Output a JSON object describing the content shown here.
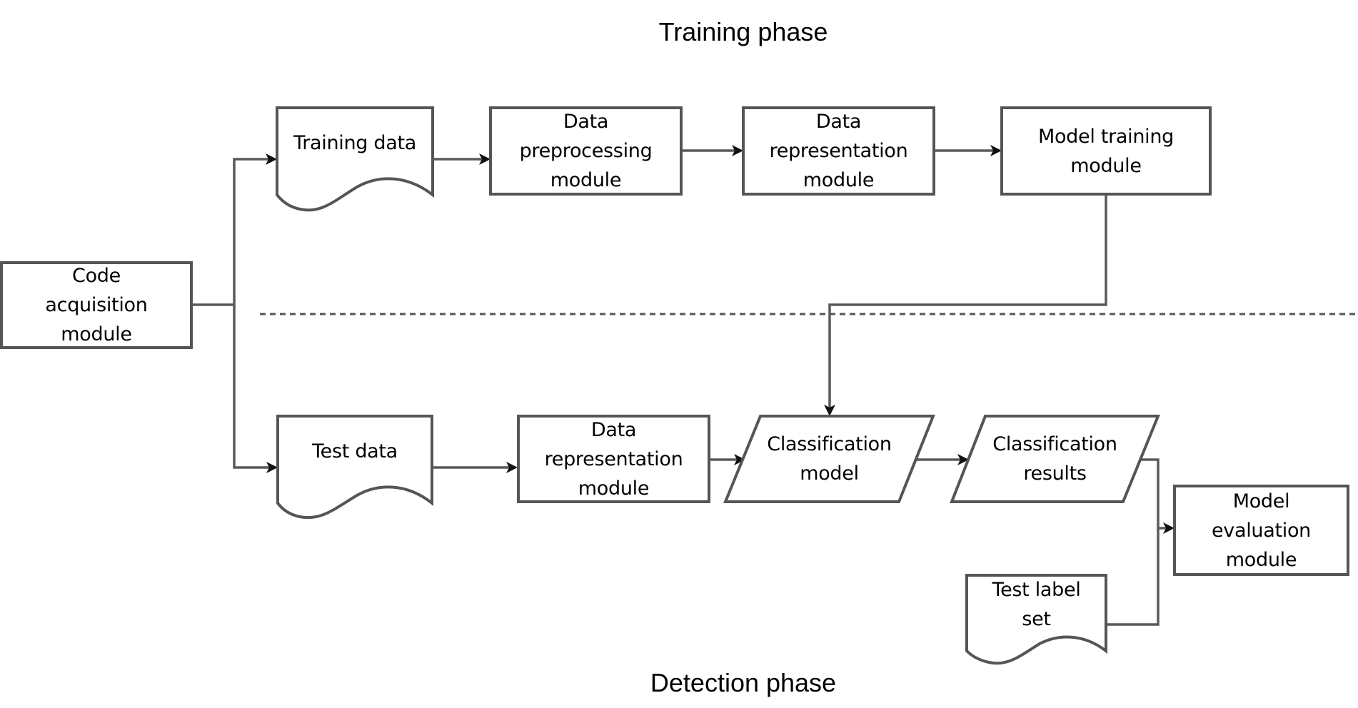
{
  "titles": {
    "training_phase": "Training phase",
    "detection_phase": "Detection phase"
  },
  "nodes": {
    "code_acquisition": {
      "label": "Code\nacquisition\nmodule",
      "shape": "process"
    },
    "training_data": {
      "label": "Training data",
      "shape": "document"
    },
    "data_preprocessing": {
      "label": "Data\npreprocessing\nmodule",
      "shape": "process"
    },
    "data_representation_train": {
      "label": "Data\nrepresentation\nmodule",
      "shape": "process"
    },
    "model_training": {
      "label": "Model training\nmodule",
      "shape": "process"
    },
    "test_data": {
      "label": "Test data",
      "shape": "document"
    },
    "data_representation_test": {
      "label": "Data\nrepresentation\nmodule",
      "shape": "process"
    },
    "classification_model": {
      "label": "Classification\nmodel",
      "shape": "data"
    },
    "classification_results": {
      "label": "Classification\nresults",
      "shape": "data"
    },
    "model_evaluation": {
      "label": "Model\nevaluation\nmodule",
      "shape": "process"
    },
    "test_label_set": {
      "label": "Test label\nset",
      "shape": "document"
    }
  },
  "edges": [
    {
      "from": "code_acquisition",
      "to": "training_data"
    },
    {
      "from": "code_acquisition",
      "to": "test_data"
    },
    {
      "from": "training_data",
      "to": "data_preprocessing"
    },
    {
      "from": "data_preprocessing",
      "to": "data_representation_train"
    },
    {
      "from": "data_representation_train",
      "to": "model_training"
    },
    {
      "from": "model_training",
      "to": "classification_model"
    },
    {
      "from": "test_data",
      "to": "data_representation_test"
    },
    {
      "from": "data_representation_test",
      "to": "classification_model"
    },
    {
      "from": "classification_model",
      "to": "classification_results"
    },
    {
      "from": "classification_results",
      "to": "model_evaluation"
    },
    {
      "from": "test_label_set",
      "to": "model_evaluation"
    }
  ],
  "separator": {
    "style": "dotted",
    "meaning": "phase-boundary"
  },
  "colors": {
    "stroke": "#555555",
    "text": "#000000",
    "background": "#ffffff"
  }
}
